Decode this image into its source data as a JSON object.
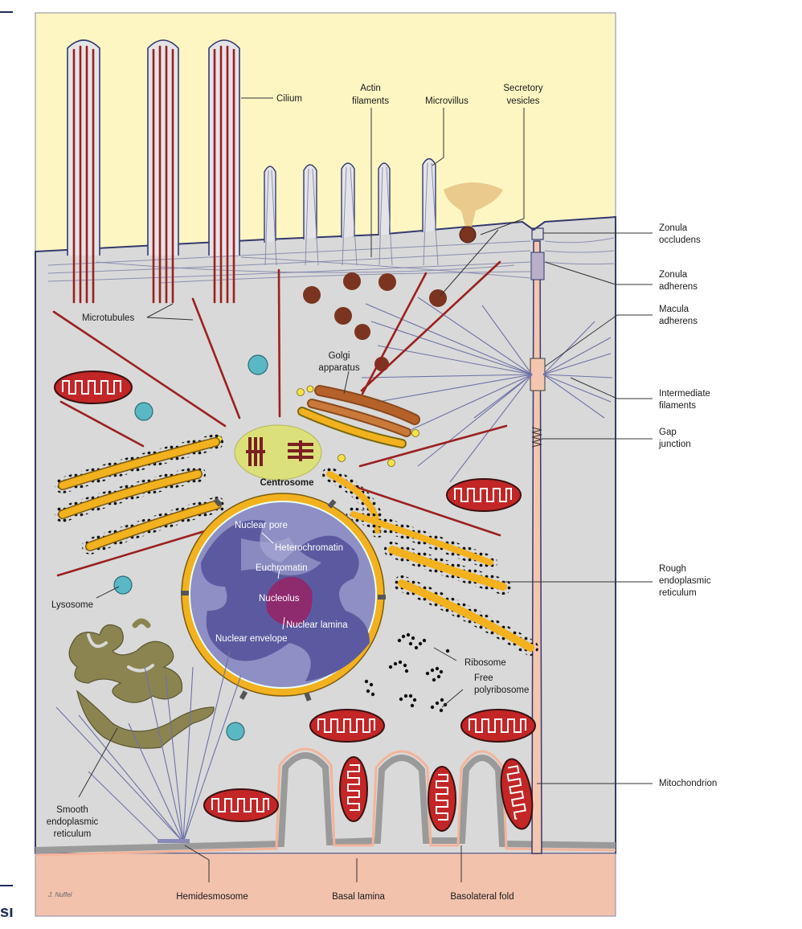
{
  "labels": {
    "cilium": "Cilium",
    "actin_filaments": [
      "Actin",
      "filaments"
    ],
    "microvillus": "Microvillus",
    "secretory_vesicles": [
      "Secretory",
      "vesicles"
    ],
    "zonula_occludens": [
      "Zonula",
      "occludens"
    ],
    "zonula_adherens": [
      "Zonula",
      "adherens"
    ],
    "macula_adherens": [
      "Macula",
      "adherens"
    ],
    "intermediate_filaments": [
      "Intermediate",
      "filaments"
    ],
    "gap_junction": [
      "Gap",
      "junction"
    ],
    "rough_er": [
      "Rough",
      "endoplasmic",
      "reticulum"
    ],
    "mitochondrion": "Mitochondrion",
    "microtubules": "Microtubules",
    "golgi": [
      "Golgi",
      "apparatus"
    ],
    "centrosome": "Centrosome",
    "nuclear_pore": "Nuclear pore",
    "heterochromatin": "Heterochromatin",
    "euchromatin": "Euchromatin",
    "nucleolus": "Nucleolus",
    "nuclear_lamina": "Nuclear lamina",
    "nuclear_envelope": "Nuclear envelope",
    "lysosome": "Lysosome",
    "ribosome": "Ribosome",
    "free_polyribosome": [
      "Free",
      "polyribosome"
    ],
    "smooth_er": [
      "Smooth",
      "endoplasmic",
      "reticulum"
    ],
    "hemidesmosome": "Hemidesmosome",
    "basal_lamina": "Basal lamina",
    "basolateral_fold": "Basolateral fold"
  },
  "signature": "J. Nuffel",
  "corner_glyph": "sı",
  "colors": {
    "lumen": "#fdf6c3",
    "cytoplasm": "#d9d9d9",
    "basal": "#f2c2ad",
    "nucleus": "#8e8fc4",
    "heterochromatin": "#5b5aa0",
    "nucleolus": "#8e2a6e",
    "er": "#f2b11e",
    "microtubule": "#9b2020",
    "vesicle": "#7a3420",
    "lysosome": "#5ab8c4",
    "golgi": "#b5612a",
    "smooth_er": "#8b8451",
    "centrosome_bg": "#dbe07a",
    "membrane_pink": "#f4c6b0"
  }
}
